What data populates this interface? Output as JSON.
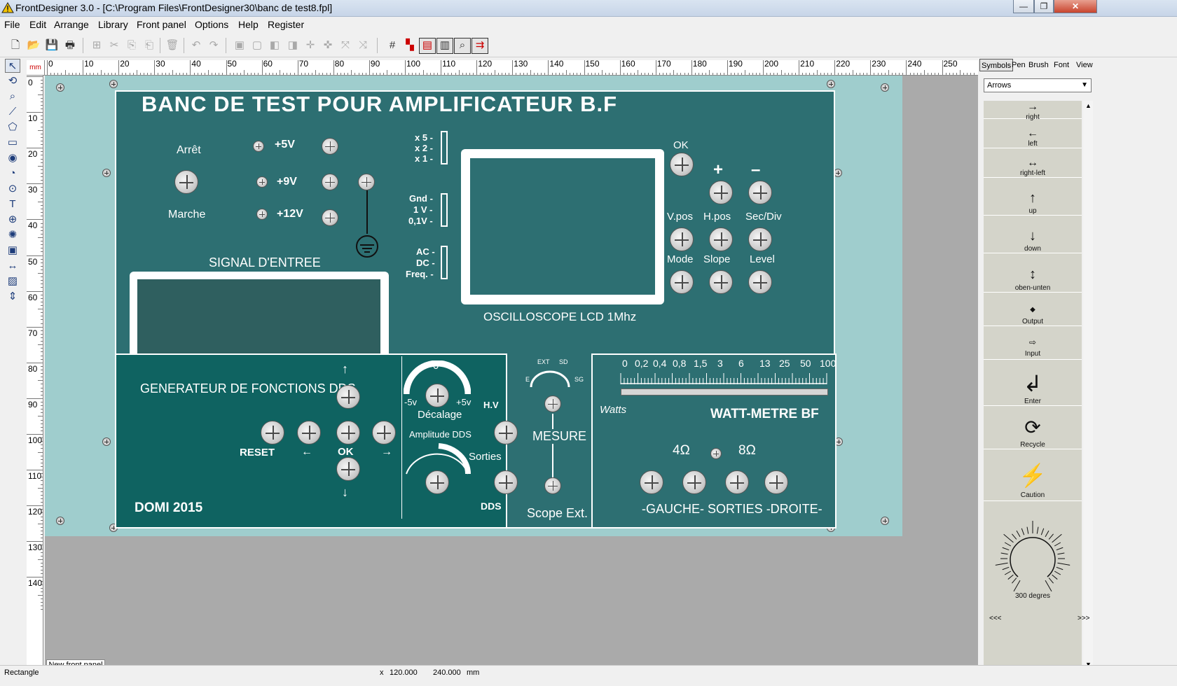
{
  "window": {
    "title": "FrontDesigner 3.0 - [C:\\Program Files\\FrontDesigner30\\banc de test8.fpl]",
    "minimize_label": "—",
    "restore_label": "❐",
    "close_label": "✕"
  },
  "menu": [
    "File",
    "Edit",
    "Arrange",
    "Library",
    "Front panel",
    "Options",
    "Help",
    "Register"
  ],
  "ruler": {
    "unit": "mm",
    "h_labels": [
      "0",
      "10",
      "20",
      "30",
      "40",
      "50",
      "60",
      "70",
      "80",
      "90",
      "100",
      "110",
      "120",
      "130",
      "140",
      "150",
      "160",
      "170",
      "180",
      "190",
      "200",
      "210",
      "220",
      "230",
      "240",
      "250"
    ],
    "v_labels": [
      "0",
      "10",
      "20",
      "30",
      "40",
      "50",
      "60",
      "70",
      "80",
      "90",
      "100",
      "110",
      "120",
      "130",
      "140"
    ]
  },
  "panel": {
    "title": "BANC DE TEST POUR AMPLIFICATEUR B.F",
    "power": {
      "arret": "Arrêt",
      "marche": "Marche",
      "v5": "+5V",
      "v9": "+9V",
      "v12": "+12V"
    },
    "input": {
      "label": "SIGNAL D'ENTREE"
    },
    "scope_gain": [
      "x 5 -",
      "x 2 -",
      "x 1 -"
    ],
    "scope_range": [
      "Gnd -",
      "1 V -",
      "0,1V -"
    ],
    "scope_coupling": [
      "AC -",
      "DC -",
      "Freq. -"
    ],
    "scope": {
      "label": "OSCILLOSCOPE LCD 1Mhz",
      "ok": "OK",
      "plus": "+",
      "minus": "–",
      "vpos": "V.pos",
      "hpos": "H.pos",
      "secdiv": "Sec/Div",
      "mode": "Mode",
      "slope": "Slope",
      "level": "Level"
    },
    "generator": {
      "title": "GENERATEUR DE FONCTIONS DDS",
      "reset": "RESET",
      "ok": "OK",
      "left_arrow": "←",
      "right_arrow": "→",
      "up_arrow": "↑",
      "down_arrow": "↓",
      "author": "DOMI 2015",
      "zero": "0",
      "m5v": "-5v",
      "p5v": "+5v",
      "offset": "Décalage",
      "amplitude": "Amplitude DDS",
      "outputs": "Sorties",
      "hv": "H.V",
      "dds": "DDS"
    },
    "measure": {
      "ext": "EXT",
      "sd": "SD",
      "e": "E",
      "sg": "SG",
      "label": "MESURE",
      "scope_ext": "Scope Ext."
    },
    "wattmeter": {
      "scale": [
        "0",
        "0,2",
        "0,4",
        "0,8",
        "1,5",
        "3",
        "6",
        "13",
        "25",
        "50",
        "100"
      ],
      "watts": "Watts",
      "title": "WATT-METRE BF",
      "r4": "4Ω",
      "r8": "8Ω",
      "outputs": "-GAUCHE- SORTIES -DROITE-"
    }
  },
  "sidebar": {
    "tabs": [
      "Symbols",
      "Pen",
      "Brush",
      "Font",
      "View"
    ],
    "category": "Arrows",
    "symbols": [
      {
        "glyph": "→",
        "name": "right"
      },
      {
        "glyph": "←",
        "name": "left"
      },
      {
        "glyph": "↔",
        "name": "right-left"
      },
      {
        "glyph": "↑",
        "name": "up"
      },
      {
        "glyph": "↓",
        "name": "down"
      },
      {
        "glyph": "↕",
        "name": "oben-unten"
      },
      {
        "glyph": "◆",
        "name": "Output"
      },
      {
        "glyph": "⇨",
        "name": "Input"
      },
      {
        "glyph": "↲",
        "name": "Enter"
      },
      {
        "glyph": "⟳",
        "name": "Recycle"
      },
      {
        "glyph": "⚡",
        "name": "Caution"
      },
      {
        "glyph": "",
        "name": "300 degres"
      }
    ],
    "nav_prev": "<<<",
    "nav_next": ">>>"
  },
  "tabs": {
    "active": "New front panel"
  },
  "status": {
    "object": "Rectangle",
    "x_label": "x",
    "x_value": "120.000",
    "size_value": "240.000",
    "unit": "mm"
  },
  "colors": {
    "panel": "#2d6f72",
    "board": "#9fcdcd",
    "display": "#2f5f5f"
  }
}
